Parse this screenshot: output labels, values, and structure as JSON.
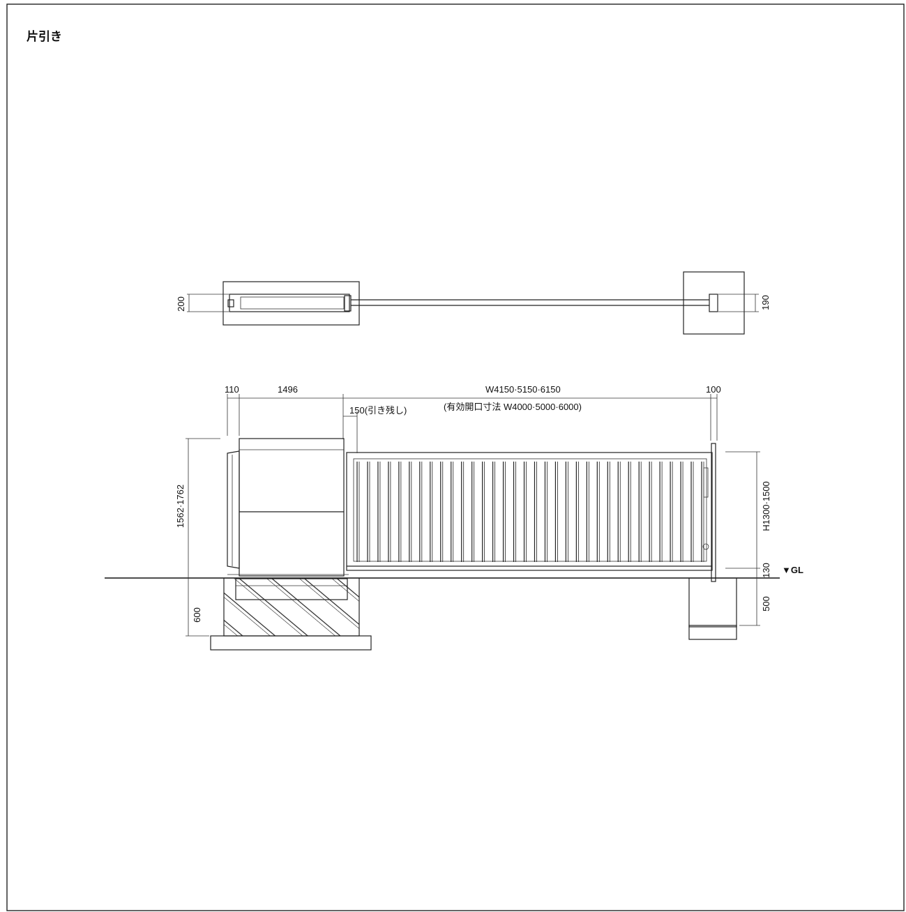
{
  "title": "片引き",
  "plan": {
    "left_depth": "200",
    "right_depth": "190"
  },
  "elevation": {
    "width_post": "110",
    "width_storage": "1496",
    "overall_width": "W4150·5150·6150",
    "remain": "150(引き残し)",
    "effective_opening": "(有効開口寸法  W4000·5000·6000)",
    "width_end_post": "100",
    "storage_height": "1562·1762",
    "gate_height": "H1300·1500",
    "clearance": "130",
    "ground_label": "▼GL",
    "footing_left": "600",
    "footing_right": "500"
  }
}
